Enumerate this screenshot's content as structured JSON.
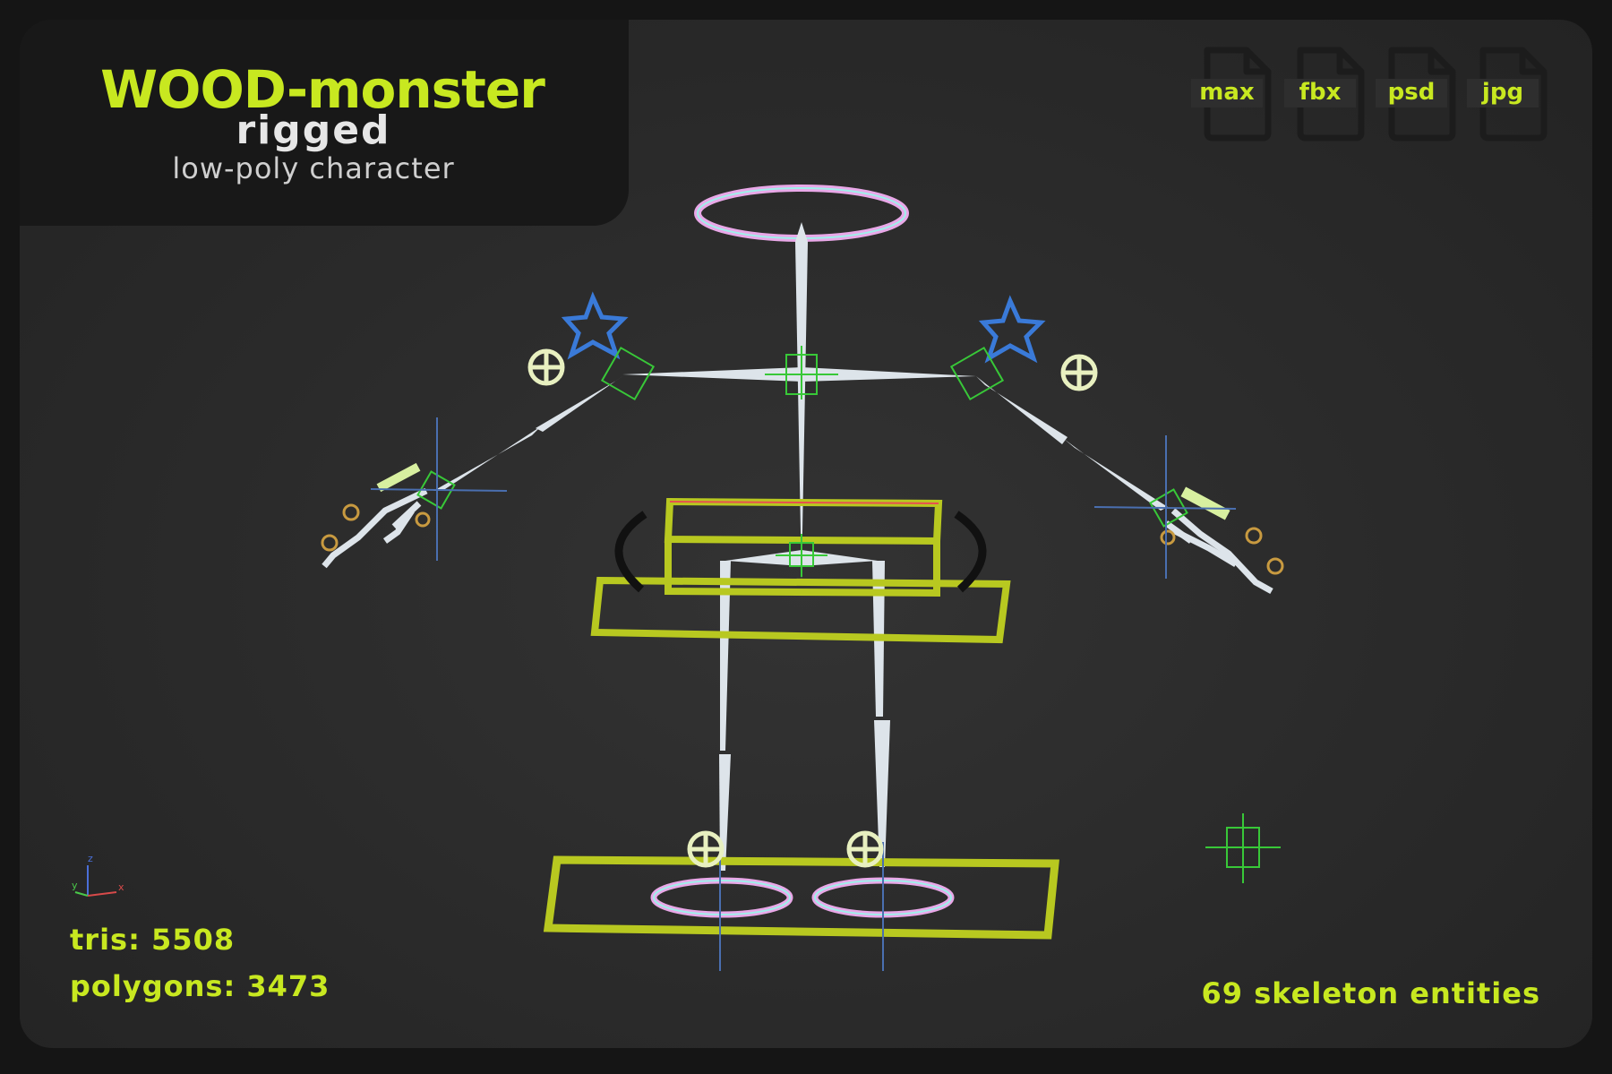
{
  "header": {
    "title": "WOOD-monster",
    "subtitle": "rigged",
    "subtitle2": "low-poly character"
  },
  "formats": [
    {
      "label": "max"
    },
    {
      "label": "fbx"
    },
    {
      "label": "psd"
    },
    {
      "label": "jpg"
    }
  ],
  "stats": {
    "tris": "tris: 5508",
    "polygons": "polygons: 3473"
  },
  "skeleton": {
    "count_label": "69 skeleton entities"
  },
  "axis": {
    "x": "x",
    "y": "y",
    "z": "z"
  },
  "colors": {
    "accent": "#c8e820",
    "bone": "#dde4ea",
    "control_green": "#38c838",
    "control_star": "#3a7ad8",
    "background": "#2b2b2b"
  }
}
